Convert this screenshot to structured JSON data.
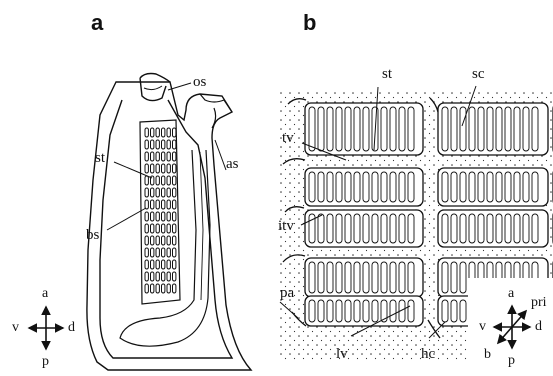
{
  "panels": [
    {
      "letter": "a",
      "labels": {
        "os": "os",
        "st": "st",
        "as": "as",
        "bs": "bs"
      }
    },
    {
      "letter": "b",
      "labels": {
        "st": "st",
        "sc": "sc",
        "tv": "tv",
        "itv": "itv",
        "pa": "pa",
        "lv": "lv",
        "hc": "hc"
      }
    }
  ],
  "compass_a": {
    "up": "a",
    "down": "p",
    "left": "v",
    "right": "d"
  },
  "compass_b": {
    "up": "a",
    "down": "p",
    "left": "v",
    "right": "d",
    "up_right": "pri",
    "down_left": "b"
  }
}
